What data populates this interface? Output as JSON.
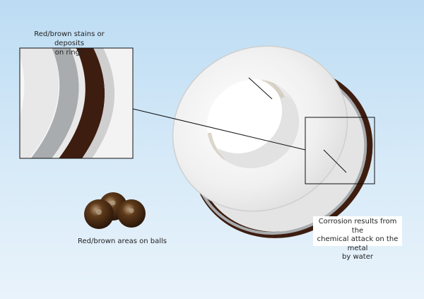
{
  "labels": {
    "stains_line1": "Red/brown stains or deposits",
    "stains_line2": "on rings",
    "balls": "Red/brown areas on balls",
    "note_line1": "Corrosion results from the",
    "note_line2": "chemical attack on the metal",
    "note_line3": "by water"
  },
  "colors": {
    "rust": "#3d1d10",
    "ring_light": "#f3f3f3",
    "ring_gray": "#a9acaf",
    "ball_brown": "#4a2d14"
  }
}
